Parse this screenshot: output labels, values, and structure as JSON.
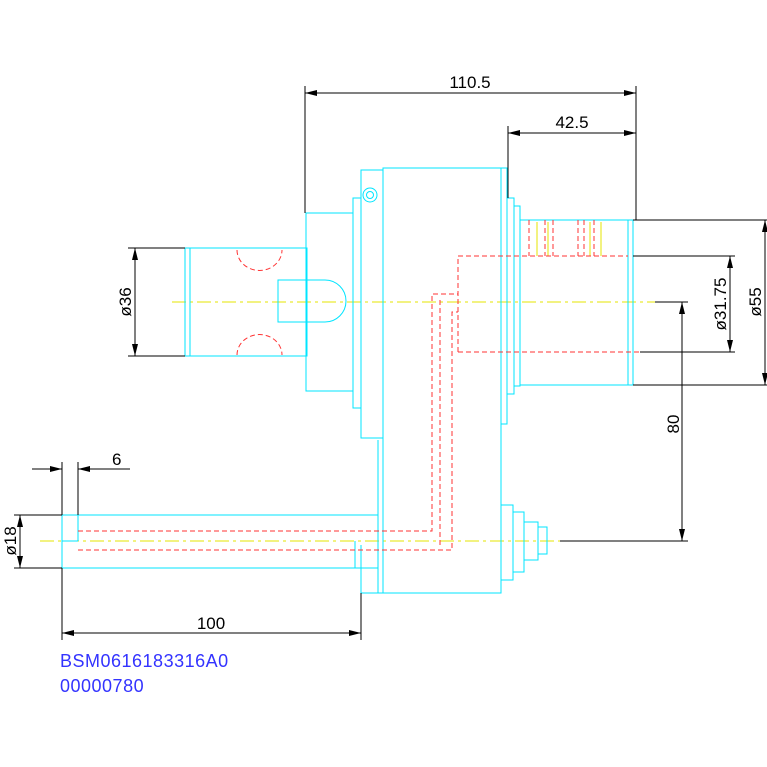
{
  "dimensions": {
    "overall_length": "110.5",
    "flange_length": "42.5",
    "shank_diameter": "ø36",
    "bore_diameter": "ø31.75",
    "flange_diameter": "ø55",
    "axis_offset": "80",
    "shaft_diameter": "ø18",
    "shoulder_length": "6",
    "shaft_length": "100"
  },
  "part": {
    "code": "BSM0616183316A0",
    "number": "00000780"
  },
  "colors": {
    "outline": "#00e5ff",
    "dimension": "#000000",
    "hidden": "#ff3333",
    "centerline": "#e6e600",
    "text": "#3333ff"
  }
}
